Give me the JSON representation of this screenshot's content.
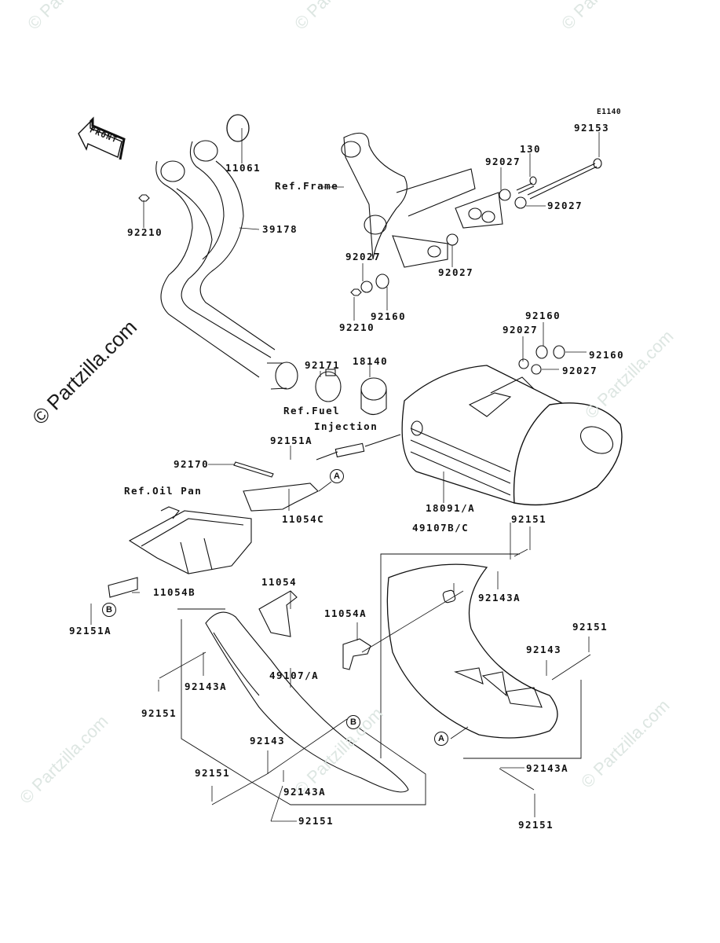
{
  "diagram": {
    "code": "E1140",
    "front_label": "FRONT",
    "watermark": "© Partzilla.com",
    "refs": {
      "frame": "Ref.Frame",
      "fuel_injection_1": "Ref.Fuel",
      "fuel_injection_2": "Injection",
      "oil_pan": "Ref.Oil Pan"
    },
    "markers": {
      "a": "A",
      "b": "B"
    },
    "part_labels": [
      "11061",
      "92210",
      "39178",
      "92153",
      "130",
      "92027",
      "92027",
      "92027",
      "92027",
      "92160",
      "92210",
      "92160",
      "92027",
      "92160",
      "92027",
      "92171",
      "18140",
      "92151A",
      "92170",
      "11054C",
      "18091/A",
      "92151",
      "49107B/C",
      "92143A",
      "11054B",
      "92151A",
      "11054",
      "11054A",
      "92151",
      "92143",
      "92151",
      "92143A",
      "92151",
      "49107/A",
      "92143",
      "92151",
      "92143A",
      "92151",
      "92143A",
      "92151"
    ]
  }
}
